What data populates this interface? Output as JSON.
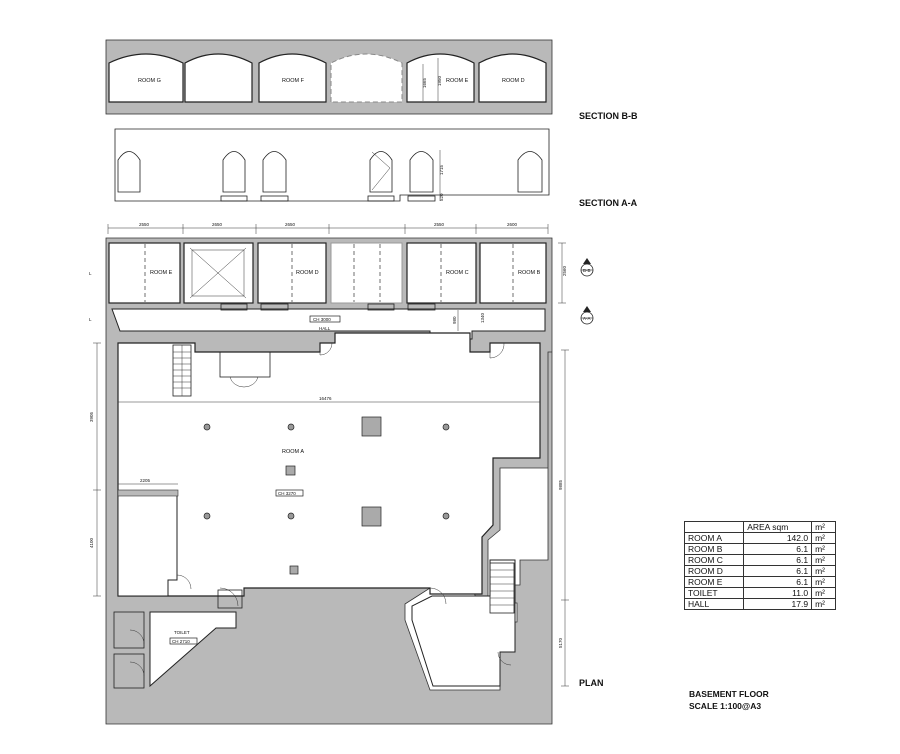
{
  "sections": {
    "bb_title": "SECTION B-B",
    "aa_title": "SECTION A-A",
    "plan_title": "PLAN",
    "bb_rooms": [
      "ROOM G",
      "ROOM F",
      "ROOM E",
      "ROOM D"
    ],
    "bb_dims": [
      "1665",
      "1950"
    ],
    "aa_dims": [
      "1715",
      "520"
    ],
    "section_marks": [
      "B-B",
      "A-A"
    ]
  },
  "plan": {
    "rooms": [
      "ROOM E",
      "ROOM D",
      "ROOM C",
      "ROOM B",
      "HALL",
      "ROOM A",
      "TOILET"
    ],
    "ceiling_heights": [
      "CH 3000",
      "CH 3270",
      "CH 2710"
    ],
    "top_dims": [
      "2550",
      "2650",
      "2650",
      "2550",
      "2600"
    ],
    "dims": [
      "2560",
      "980",
      "1340",
      "16476",
      "3905",
      "4100",
      "2205",
      "9885",
      "5170"
    ],
    "level_marks": [
      "L",
      "L"
    ]
  },
  "area_table": {
    "header": [
      "",
      "AREA sqm",
      "m²"
    ],
    "rows": [
      {
        "room": "ROOM A",
        "area": "142.0",
        "unit": "m²"
      },
      {
        "room": "ROOM B",
        "area": "6.1",
        "unit": "m²"
      },
      {
        "room": "ROOM C",
        "area": "6.1",
        "unit": "m²"
      },
      {
        "room": "ROOM D",
        "area": "6.1",
        "unit": "m²"
      },
      {
        "room": "ROOM E",
        "area": "6.1",
        "unit": "m²"
      },
      {
        "room": "TOILET",
        "area": "11.0",
        "unit": "m²"
      },
      {
        "room": "HALL",
        "area": "17.9",
        "unit": "m²"
      }
    ]
  },
  "footer": {
    "line1": "BASEMENT FLOOR",
    "line2": "SCALE 1:100@A3"
  }
}
